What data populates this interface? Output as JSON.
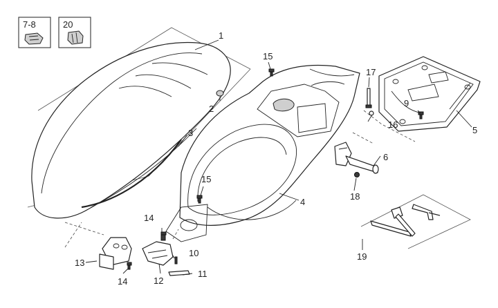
{
  "inset_boxes": [
    {
      "label": "7-8",
      "icon": "clip-nut-icon"
    },
    {
      "label": "20",
      "icon": "rubber-buffer-icon"
    }
  ],
  "callouts": [
    "1",
    "2",
    "3",
    "4",
    "5",
    "6",
    "9",
    "10",
    "11",
    "12",
    "13",
    "14",
    "14",
    "15",
    "15",
    "16",
    "17",
    "18",
    "19"
  ]
}
